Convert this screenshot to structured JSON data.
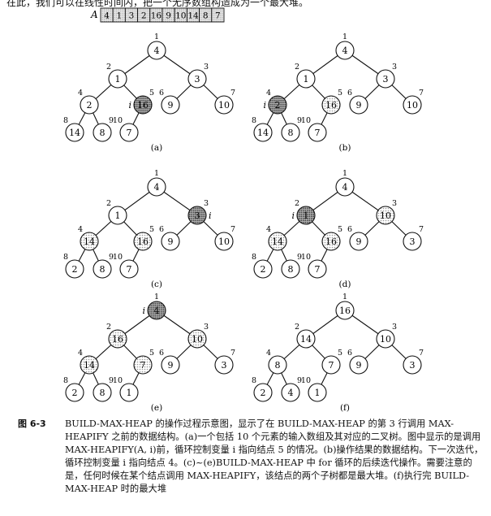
{
  "top_line": "在此，我们可以在线性时间内，把一个无序数组构造成为一个最大堆。",
  "array": {
    "label": "A",
    "values": [
      4,
      1,
      3,
      2,
      16,
      9,
      10,
      14,
      8,
      7
    ]
  },
  "index_var": "i",
  "panels": [
    {
      "label": "(a)",
      "values": [
        4,
        1,
        3,
        2,
        16,
        9,
        10,
        14,
        8,
        7
      ],
      "highlight": 5,
      "light": []
    },
    {
      "label": "(b)",
      "values": [
        4,
        1,
        3,
        2,
        16,
        9,
        10,
        14,
        8,
        7
      ],
      "highlight": 4,
      "light": [
        5
      ]
    },
    {
      "label": "(c)",
      "values": [
        4,
        1,
        3,
        14,
        16,
        9,
        10,
        2,
        8,
        7
      ],
      "highlight": 3,
      "light": [
        4,
        5
      ]
    },
    {
      "label": "(d)",
      "values": [
        4,
        1,
        10,
        14,
        16,
        9,
        3,
        2,
        8,
        7
      ],
      "highlight": 2,
      "light": [
        3,
        4,
        5
      ]
    },
    {
      "label": "(e)",
      "values": [
        4,
        16,
        10,
        14,
        7,
        9,
        3,
        2,
        8,
        1
      ],
      "highlight": 1,
      "light": [
        2,
        3,
        4,
        5
      ]
    },
    {
      "label": "(f)",
      "values": [
        16,
        14,
        10,
        8,
        7,
        9,
        3,
        2,
        4,
        1
      ],
      "highlight": 0,
      "light": []
    }
  ],
  "caption": {
    "label": "图 6-3",
    "text": "BUILD-MAX-HEAP 的操作过程示意图，显示了在 BUILD-MAX-HEAP 的第 3 行调用 MAX-HEAPIFY 之前的数据结构。(a)一个包括 10 个元素的输入数组及其对应的二叉树。图中显示的是调用 MAX-HEAPIFY(A, i)前，循环控制变量 i 指向结点 5 的情况。(b)操作结果的数据结构。下一次迭代，循环控制变量 i 指向结点 4。(c)~(e)BUILD-MAX-HEAP 中 for 循环的后续迭代操作。需要注意的是，任何时候在某个结点调用 MAX-HEAPIFY，该结点的两个子树都是最大堆。(f)执行完 BUILD-MAX-HEAP 时的最大堆"
  }
}
